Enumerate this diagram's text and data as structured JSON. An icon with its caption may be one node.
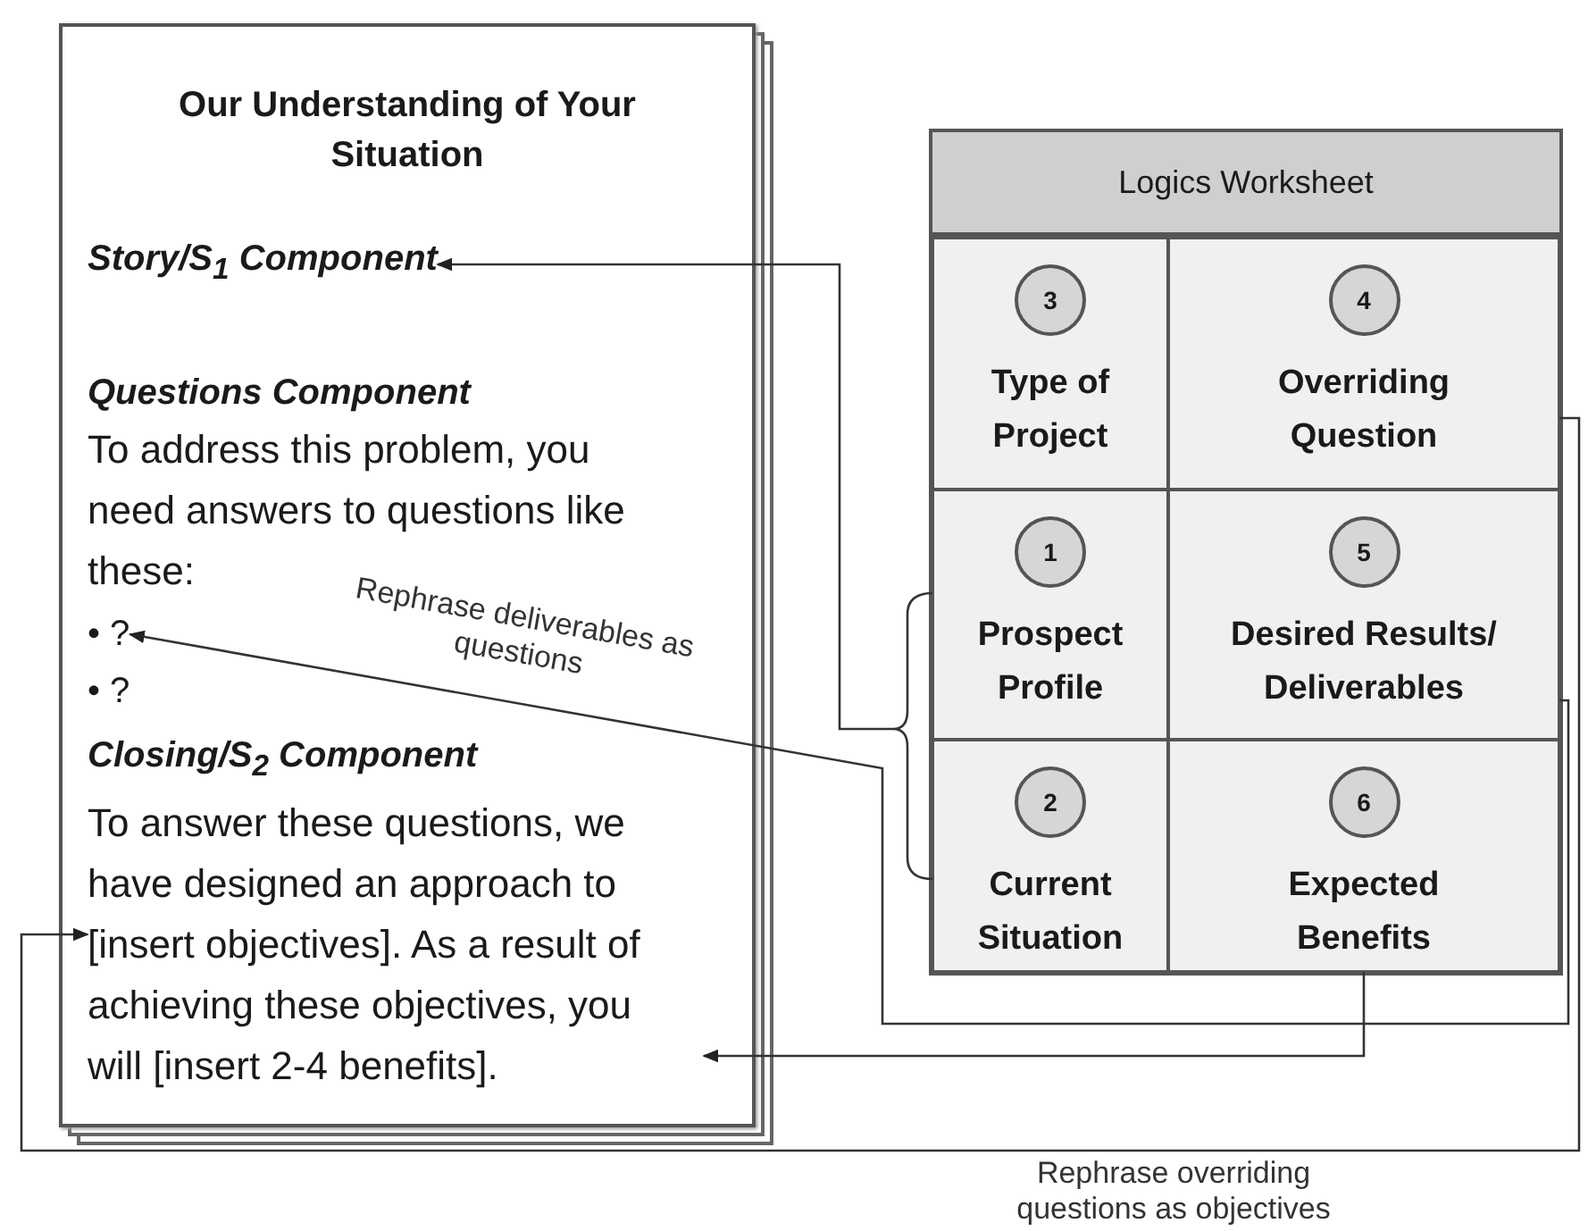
{
  "diagram": {
    "nodes": [
      {
        "text": [
          "Our Understanding of Your Situation"
        ]
      },
      {
        "text": [
          "Story/S$_{1}$ Component"
        ],
        "in": 0
      },
      {
        "text": [
          "Questions Component",
          "To address this problem, you need answers to questions like these:"
        ],
        "in": 0
      },
      {
        "text": [
          "• ?"
        ],
        "in": 0
      },
      {
        "text": [
          "• ?"
        ],
        "in": 0
      },
      {
        "text": [
          "Closing/S$_{2}$ Component",
          "To answer these questions, we have designed an approach to [insert objectives]. As a result of achieving these objectives, you will [insert 2-4 benefits]."
        ],
        "in": 0
      },
      {
        "text": [
          "Logics Worksheet"
        ]
      },
      {
        "text": [
          "3",
          "Type of Project"
        ],
        "in": 6
      },
      {
        "text": [
          "4",
          "Overriding Question"
        ],
        "in": 6
      },
      {
        "text": [
          "1",
          "Prospect Profile"
        ],
        "in": 6
      },
      {
        "text": [
          "5",
          "Desired Results/ Deliverables"
        ],
        "in": 6
      },
      {
        "text": [
          "2",
          "Current Situation"
        ],
        "in": 6
      },
      {
        "text": [
          "6",
          "Expected Benefits"
        ],
        "in": 6
      }
    ],
    "edges": [
      {
        "from": 9,
        "to": 1,
        "arrow": "to"
      },
      {
        "from": 11,
        "to": 1,
        "arrow": "to"
      },
      {
        "from": 10,
        "to": 3,
        "arrow": "to",
        "label": "Rephrase deliverables as questions"
      },
      {
        "from": 8,
        "to": 5,
        "arrow": "to",
        "label": "Rephrase overriding questions as objectives"
      },
      {
        "from": 12,
        "to": 5,
        "arrow": "to"
      }
    ]
  }
}
